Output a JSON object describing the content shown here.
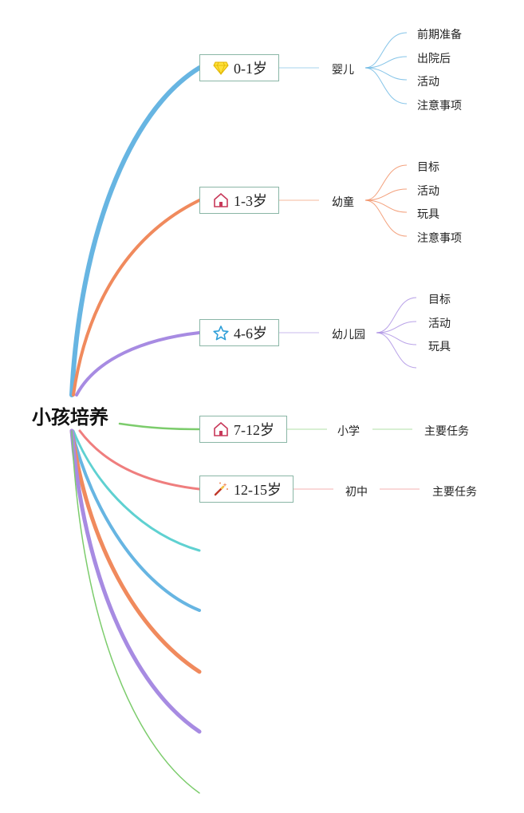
{
  "root": {
    "label": "小孩培养"
  },
  "branches": [
    {
      "label": "0-1岁",
      "icon": "diamond-icon",
      "color": "#67b5e2",
      "sub": "婴儿",
      "leaves": [
        "前期准备",
        "出院后",
        "活动",
        "注意事项"
      ]
    },
    {
      "label": "1-3岁",
      "icon": "home-icon",
      "color": "#f08a5d",
      "sub": "幼童",
      "leaves": [
        "目标",
        "活动",
        "玩具",
        "注意事项"
      ]
    },
    {
      "label": "4-6岁",
      "icon": "star-icon",
      "color": "#a78be2",
      "sub": "幼儿园",
      "leaves": [
        "目标",
        "活动",
        "玩具",
        ""
      ]
    },
    {
      "label": "7-12岁",
      "icon": "home-icon",
      "color": "#7ccc6c",
      "sub": "小学",
      "leaves": [
        "主要任务"
      ]
    },
    {
      "label": "12-15岁",
      "icon": "magic-wand-icon",
      "color": "#ef7e7e",
      "sub": "初中",
      "leaves": [
        "主要任务"
      ]
    }
  ],
  "empty_branch_colors": [
    "#5fd1d1",
    "#67b5e2",
    "#f08a5d",
    "#a78be2",
    "#7ccc6c"
  ]
}
